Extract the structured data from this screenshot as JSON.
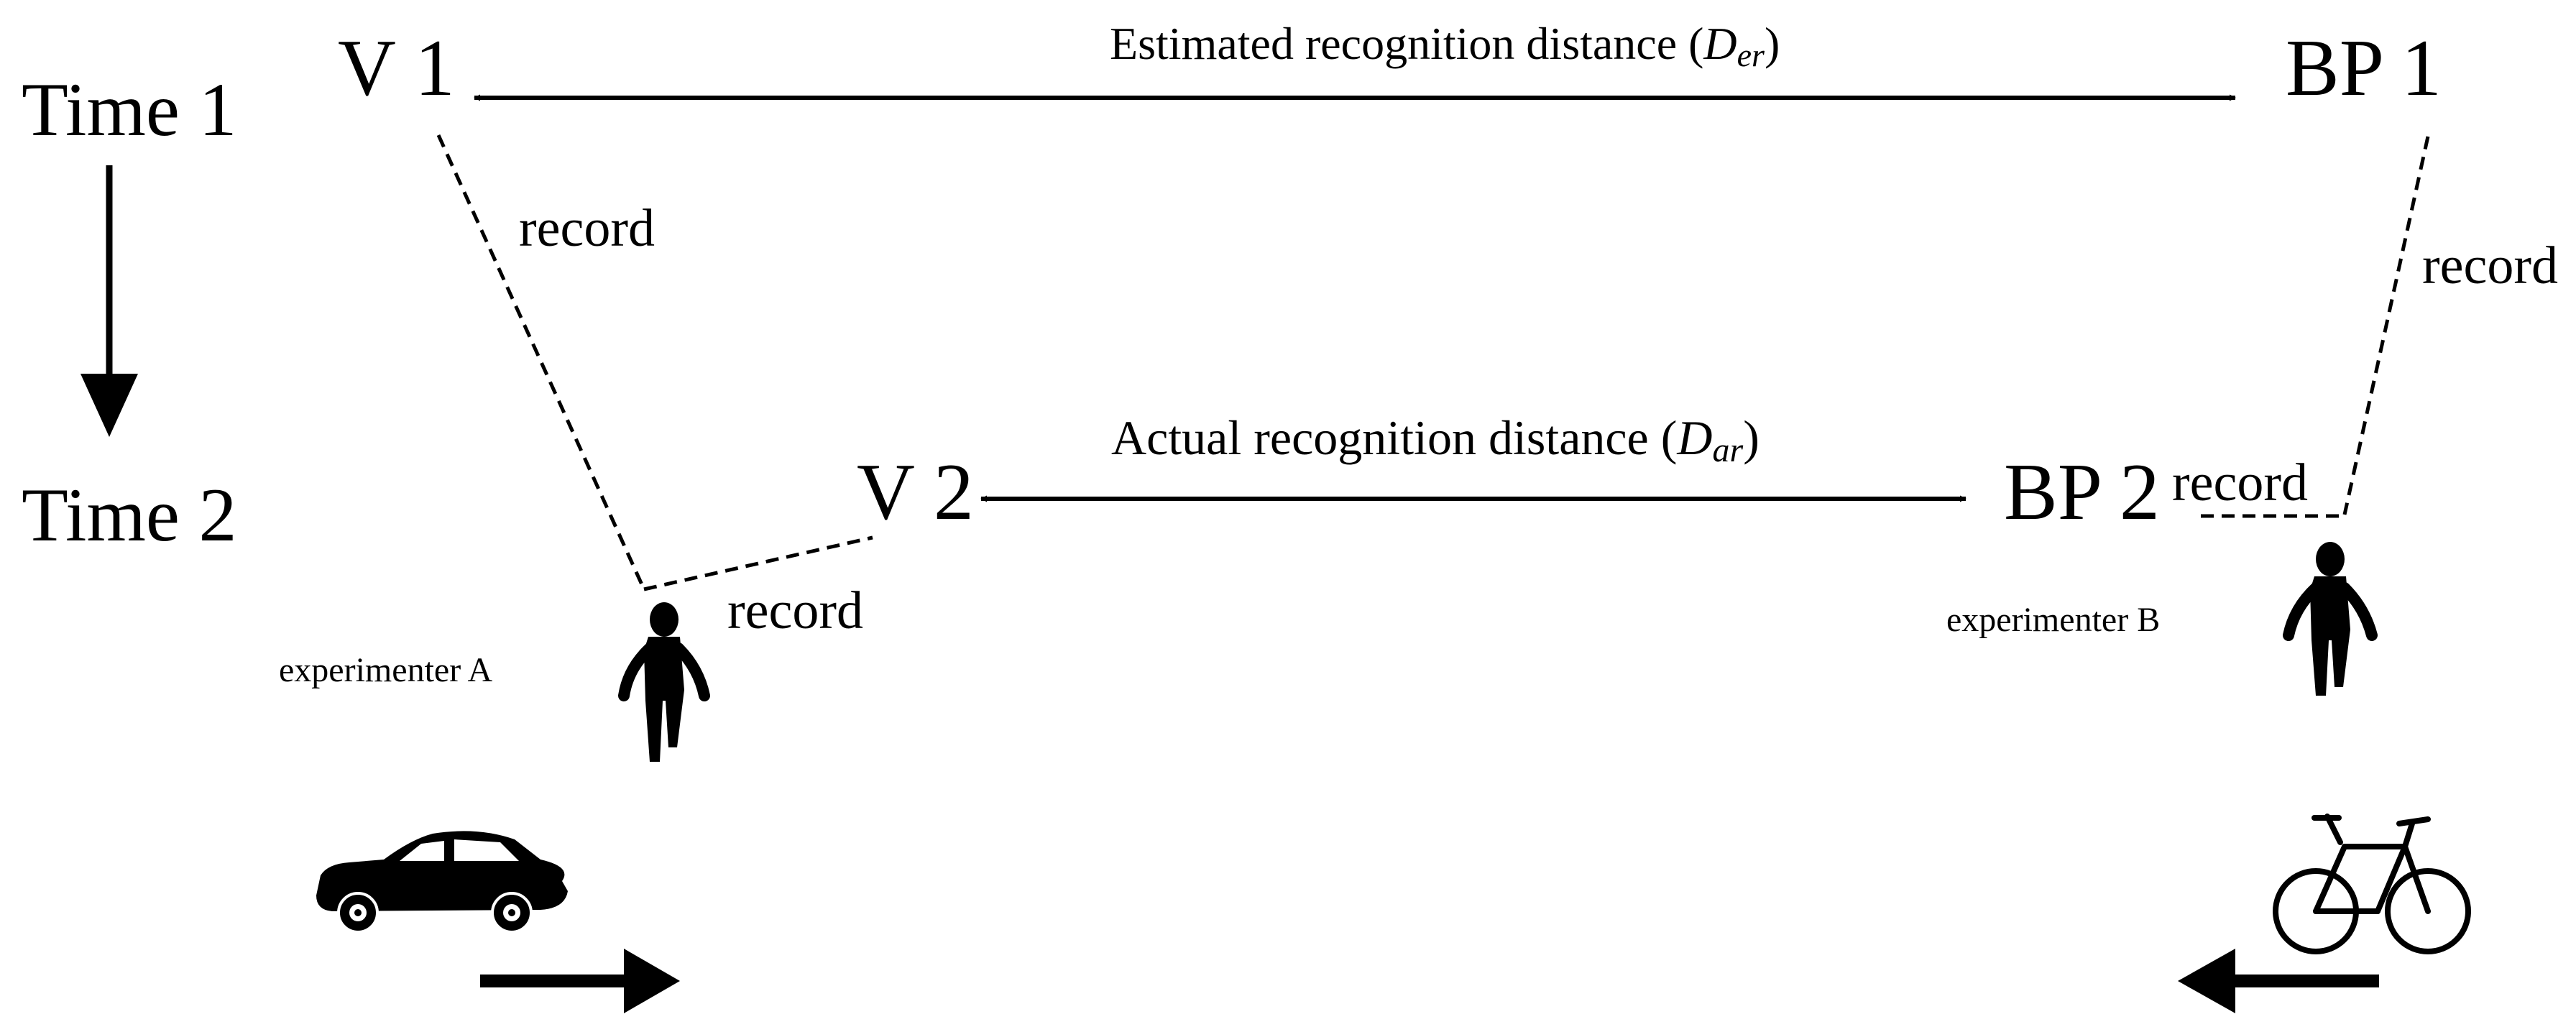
{
  "time_axis": {
    "start_label": "Time 1",
    "end_label": "Time 2"
  },
  "nodes": {
    "v1": "V 1",
    "v2": "V 2",
    "bp1": "BP 1",
    "bp2": "BP 2"
  },
  "distances": {
    "estimated": {
      "text": "Estimated recognition distance (",
      "symbol": "D",
      "subscript": "er",
      "close": ")"
    },
    "actual": {
      "text": "Actual recognition distance (",
      "symbol": "D",
      "subscript": "ar",
      "close": ")"
    }
  },
  "record_labels": {
    "v1_to_a": "record",
    "a_to_v2": "record",
    "bp1_to_b": "record",
    "bp2_to_b": "record"
  },
  "experimenters": {
    "a": "experimenter A",
    "b": "experimenter B"
  },
  "icons": {
    "car": "car-icon",
    "bicycle": "bicycle-icon",
    "person_a": "person-icon",
    "person_b": "person-icon",
    "car_direction": "arrow-right-icon",
    "bike_direction": "arrow-left-icon"
  }
}
